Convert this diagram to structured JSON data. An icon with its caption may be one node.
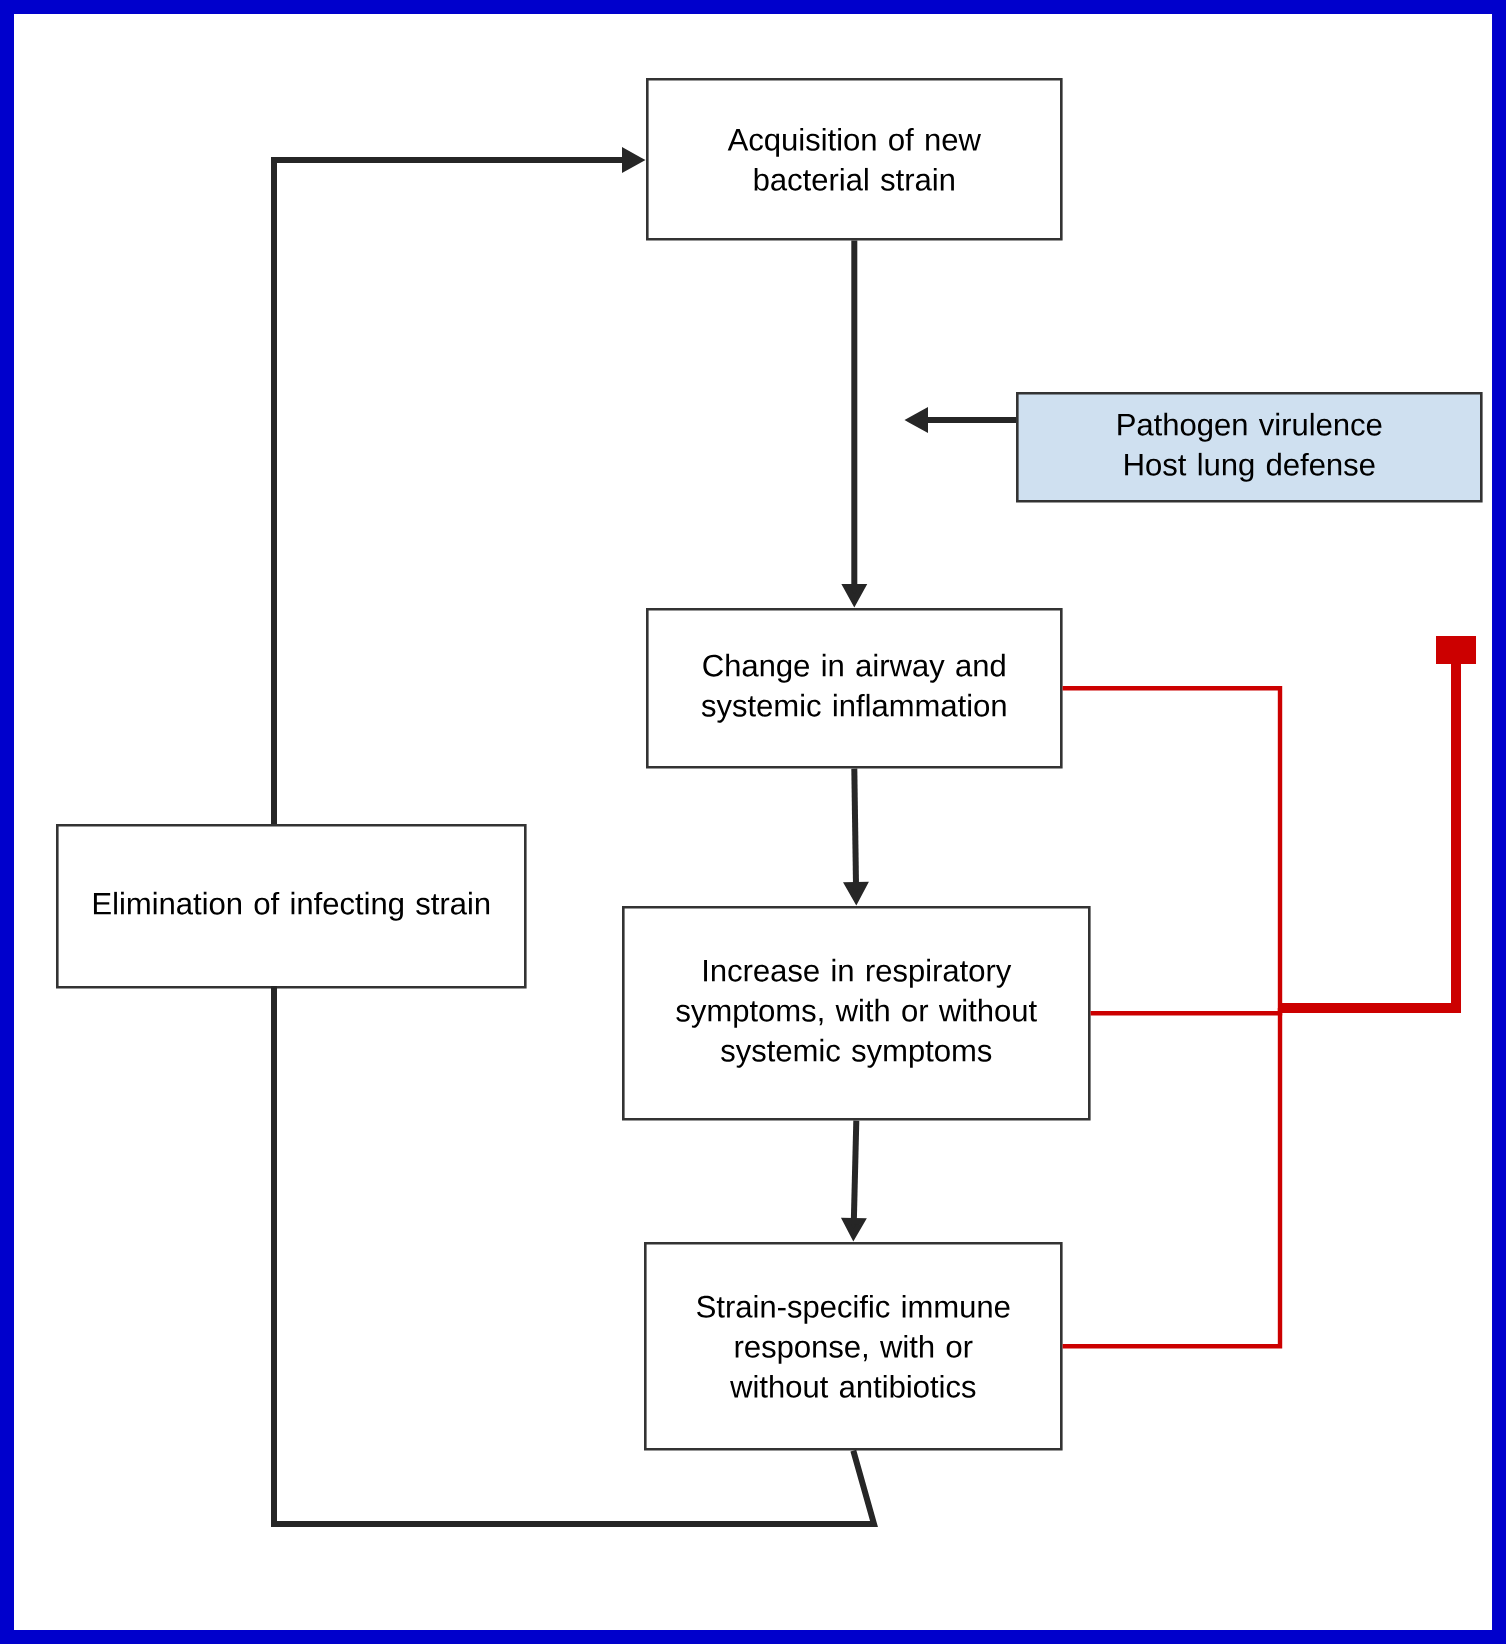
{
  "diagram": {
    "nodes": [
      {
        "text": [
          "Acquisition of new bacterial strain"
        ]
      },
      {
        "text": [
          "Pathogen virulence Host lung defense"
        ]
      },
      {
        "text": [
          "Change in airway and systemic inflammation"
        ]
      },
      {
        "text": [
          "Increase in respiratory symptoms, with or without systemic symptoms"
        ]
      },
      {
        "text": [
          "Strain-specific immune response, with or without antibiotics"
        ]
      },
      {
        "text": [
          "Elimination of infecting strain"
        ]
      }
    ],
    "edges": [
      {
        "from": 0,
        "to": 2,
        "arrow": "to"
      },
      {
        "from": 1,
        "to": null,
        "arrow": "to"
      },
      {
        "from": 2,
        "to": 3,
        "arrow": "to"
      },
      {
        "from": 3,
        "to": 4,
        "arrow": "to"
      },
      {
        "from": 4,
        "to": 5,
        "arrow": "none"
      },
      {
        "from": 5,
        "to": 0,
        "arrow": "to"
      },
      {
        "from": 2,
        "to": null,
        "arrow": "other",
        "color": "#cc0000"
      },
      {
        "from": 3,
        "to": null,
        "arrow": "other",
        "color": "#cc0000"
      },
      {
        "from": 4,
        "to": null,
        "arrow": "other",
        "color": "#cc0000"
      }
    ]
  }
}
